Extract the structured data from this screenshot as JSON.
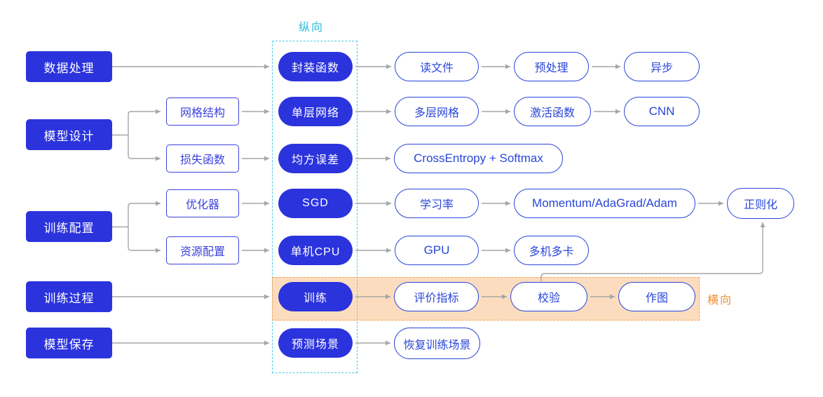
{
  "groups": {
    "vertical_label": "纵向",
    "horizontal_label": "横向"
  },
  "stages": [
    {
      "label": "数据处理"
    },
    {
      "label": "模型设计"
    },
    {
      "label": "训练配置"
    },
    {
      "label": "训练过程"
    },
    {
      "label": "模型保存"
    }
  ],
  "subnodes": [
    {
      "label": "网格结构"
    },
    {
      "label": "损失函数"
    },
    {
      "label": "优化器"
    },
    {
      "label": "资源配置"
    }
  ],
  "backbone": [
    {
      "label": "封装函数"
    },
    {
      "label": "单层网络"
    },
    {
      "label": "均方误差"
    },
    {
      "label": "SGD"
    },
    {
      "label": "单机CPU"
    },
    {
      "label": "训练"
    },
    {
      "label": "预测场景"
    }
  ],
  "detail": [
    {
      "label": "读文件"
    },
    {
      "label": "预处理"
    },
    {
      "label": "异步"
    },
    {
      "label": "多层网格"
    },
    {
      "label": "激活函数"
    },
    {
      "label": "CNN"
    },
    {
      "label": "CrossEntropy + Softmax"
    },
    {
      "label": "学习率"
    },
    {
      "label": "Momentum/AdaGrad/Adam"
    },
    {
      "label": "正则化"
    },
    {
      "label": "GPU"
    },
    {
      "label": "多机多卡"
    },
    {
      "label": "评价指标"
    },
    {
      "label": "校验"
    },
    {
      "label": "作图"
    },
    {
      "label": "恢复训练场景"
    }
  ],
  "colors": {
    "node_blue": "#2B33DD",
    "outline_blue": "#2946D9",
    "cyan_accent": "#2BB9D9",
    "orange_accent": "#F08C32",
    "orange_fill": "#F8B26E",
    "arrow_gray": "#A6A6A6"
  }
}
